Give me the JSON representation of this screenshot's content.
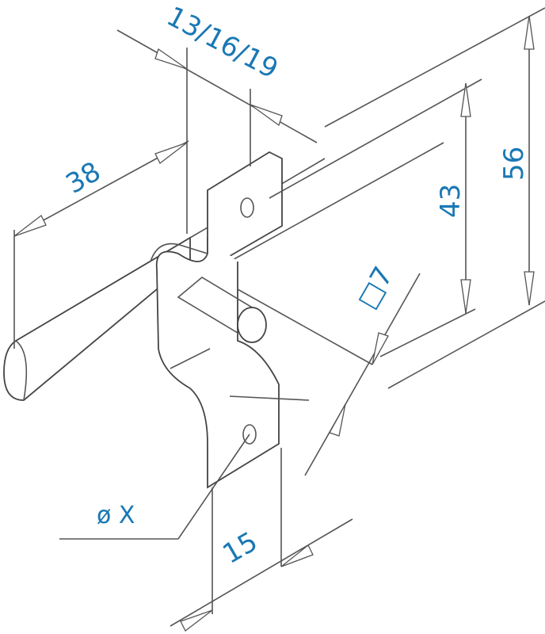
{
  "drawing": {
    "accent_color": "#1a78b4",
    "dimensions": {
      "thickness": "13/16/19",
      "length": "38",
      "height_outer": "56",
      "height_inner": "43",
      "square": "□7",
      "hole": "ø X",
      "width": "15"
    }
  }
}
